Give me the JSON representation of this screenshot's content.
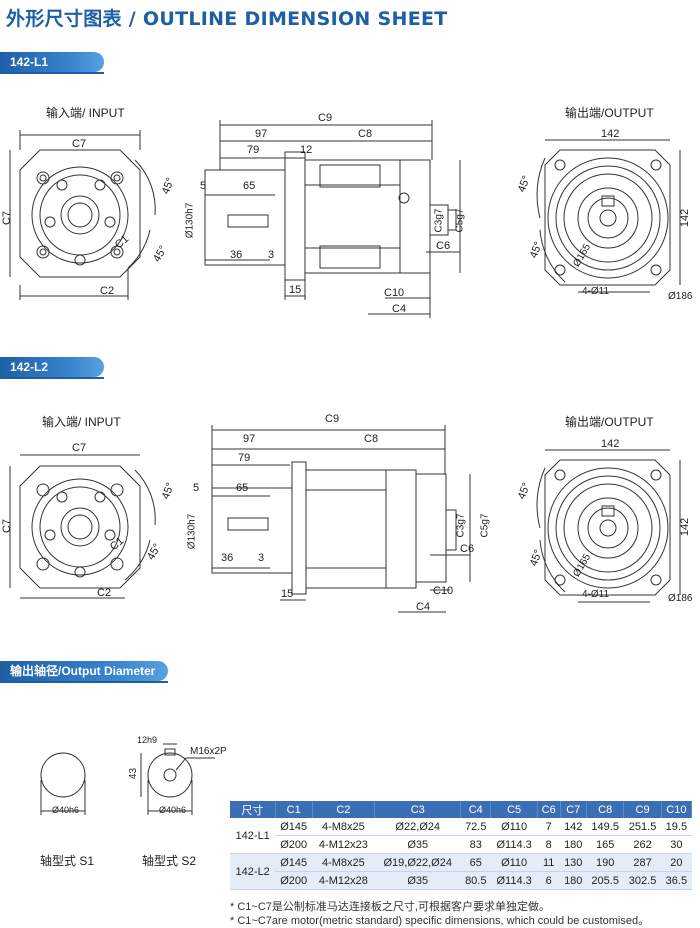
{
  "header": {
    "title_zh": "外形尺寸图表",
    "title_sep": " / ",
    "title_en": "OUTLINE DIMENSION SHEET"
  },
  "sections": {
    "l1": {
      "tag": "142-L1"
    },
    "l2": {
      "tag": "142-L2"
    },
    "out": {
      "tag": "输出轴径/Output Diameter"
    }
  },
  "views": {
    "input": "输入端/ INPUT",
    "output": "输出端/OUTPUT"
  },
  "dims": {
    "c7": "C7",
    "c9": "C9",
    "c8": "C8",
    "c2": "C2",
    "c1": "C1",
    "c3": "C3g7",
    "c4": "C4",
    "c5": "C5g7",
    "c6": "C6",
    "c10": "C10",
    "d97": "97",
    "d79": "79",
    "d12": "12",
    "d65": "65",
    "d5": "5",
    "d36": "36",
    "d3": "3",
    "d15": "15",
    "d130": "Ø130h7",
    "d142": "142",
    "d165": "Ø165",
    "d186": "Ø186",
    "d4011": "4-Ø11",
    "d45": "45°"
  },
  "shafts": {
    "s1": {
      "label": "轴型式  S1",
      "dia": "Ø40h6"
    },
    "s2": {
      "label": "轴型式  S2",
      "dia": "Ø40h6",
      "key": "12h9",
      "height": "43",
      "thread": "M16x2P"
    }
  },
  "table": {
    "headers": [
      "尺寸",
      "C1",
      "C2",
      "C3",
      "C4",
      "C5",
      "C6",
      "C7",
      "C8",
      "C9",
      "C10"
    ],
    "rows": [
      {
        "model": "142-L1",
        "cells": [
          "Ø145",
          "4-M8x25",
          "Ø22,Ø24",
          "72.5",
          "Ø110",
          "7",
          "142",
          "149.5",
          "251.5",
          "19.5"
        ]
      },
      {
        "model": "",
        "cells": [
          "Ø200",
          "4-M12x23",
          "Ø35",
          "83",
          "Ø114.3",
          "8",
          "180",
          "165",
          "262",
          "30"
        ]
      },
      {
        "model": "142-L2",
        "cells": [
          "Ø145",
          "4-M8x25",
          "Ø19,Ø22,Ø24",
          "65",
          "Ø110",
          "11",
          "130",
          "190",
          "287",
          "20"
        ]
      },
      {
        "model": "",
        "cells": [
          "Ø200",
          "4-M12x28",
          "Ø35",
          "80.5",
          "Ø114.3",
          "6",
          "180",
          "205.5",
          "302.5",
          "36.5"
        ]
      }
    ]
  },
  "notes": {
    "zh": "* C1~C7是公制标准马达连接板之尺寸,可根据客户要求单独定做。",
    "en": "* C1~C7are motor(metric standard)  specific dimensions, which could be customised。"
  },
  "colors": {
    "brand": "#1d5fa6",
    "table_header": "#3a6fb5",
    "table_alt": "#e4ecf7"
  }
}
